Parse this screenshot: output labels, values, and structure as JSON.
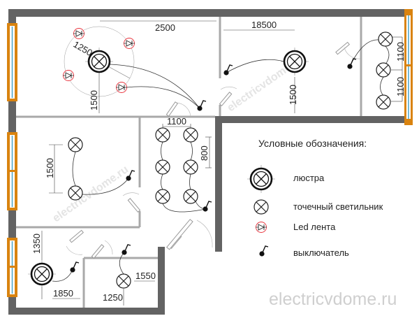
{
  "legend": {
    "title": "Условные обозначения:",
    "items": [
      {
        "icon": "chandelier-icon",
        "label": "люстра"
      },
      {
        "icon": "spotlight-icon",
        "label": "точечный светильник"
      },
      {
        "icon": "led-strip-icon",
        "label": "Led лента"
      },
      {
        "icon": "switch-icon",
        "label": "выключатель"
      }
    ]
  },
  "dimensions": {
    "living_width": "2500",
    "living_radius": "1250",
    "living_depth": "1500",
    "bedroom_width": "18500",
    "bedroom_depth": "1500",
    "balcony_spacing_1": "1100",
    "balcony_spacing_2": "1100",
    "room_spacing": "1500",
    "hall_width": "1100",
    "hall_spacing": "800",
    "kitchen_depth": "1350",
    "kitchen_width": "1850",
    "bath_depth": "1550",
    "bath_width": "1250"
  },
  "watermark": "electricvdome.ru",
  "colors": {
    "wall": "#636363",
    "partition": "#a9a9a9",
    "window": "#d9830f",
    "glass": "#4aa3c8",
    "led": "#e8323c"
  }
}
